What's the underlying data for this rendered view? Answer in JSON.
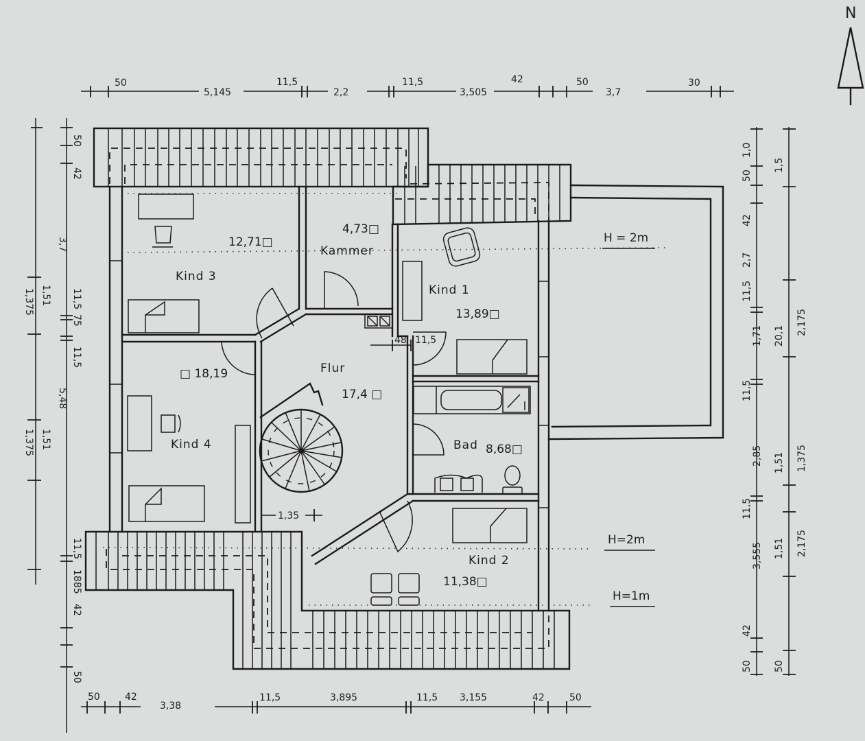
{
  "compass": {
    "label": "N",
    "icon": "north-arrow-icon"
  },
  "rooms": [
    {
      "id": "kind3",
      "name": "Kind 3",
      "area": "12,71",
      "area_unit": "□"
    },
    {
      "id": "kammer",
      "name": "Kammer",
      "area": "4,73",
      "area_unit": "□"
    },
    {
      "id": "kind1",
      "name": "Kind 1",
      "area": "13,89",
      "area_unit": "□"
    },
    {
      "id": "flur",
      "name": "Flur",
      "area": "17,4",
      "area_unit": "□"
    },
    {
      "id": "kind4",
      "name": "Kind 4",
      "area": "18,19",
      "area_unit": "□"
    },
    {
      "id": "bad",
      "name": "Bad",
      "area": "8,68",
      "area_unit": "□"
    },
    {
      "id": "kind2",
      "name": "Kind 2",
      "area": "11,38",
      "area_unit": "□"
    }
  ],
  "heights": [
    {
      "label": "H = 2m"
    },
    {
      "label": "H=2m"
    },
    {
      "label": "H=1m"
    }
  ],
  "dimensions": {
    "top": [
      "50",
      "5,145",
      "11,5",
      "2,2",
      "11,5",
      "3,505",
      "42",
      "50",
      "3,7",
      "30"
    ],
    "bottom": [
      "50",
      "42",
      "3,38",
      "11,5",
      "3,895",
      "11,5",
      "3,155",
      "42",
      "50"
    ],
    "left_inner": [
      "50",
      "42",
      "3,7",
      "11,5",
      "75",
      "11,5",
      "5,48",
      "11,5",
      "1885",
      "42",
      "50"
    ],
    "left_outer": [
      "1,51",
      "1,375",
      "1,51",
      "1,375"
    ],
    "right_inner": [
      "1,0",
      "50",
      "42",
      "2,7",
      "11,5",
      "1,71",
      "11,5",
      "2,85",
      "11,5",
      "3,555",
      "42",
      "50"
    ],
    "right_middle": [
      "20,1"
    ],
    "right_outer": [
      "1,5",
      "2,175",
      "1,51",
      "1,375",
      "1,51",
      "2,175",
      "50"
    ],
    "interior": [
      "48",
      "11,5",
      "1,35"
    ]
  }
}
